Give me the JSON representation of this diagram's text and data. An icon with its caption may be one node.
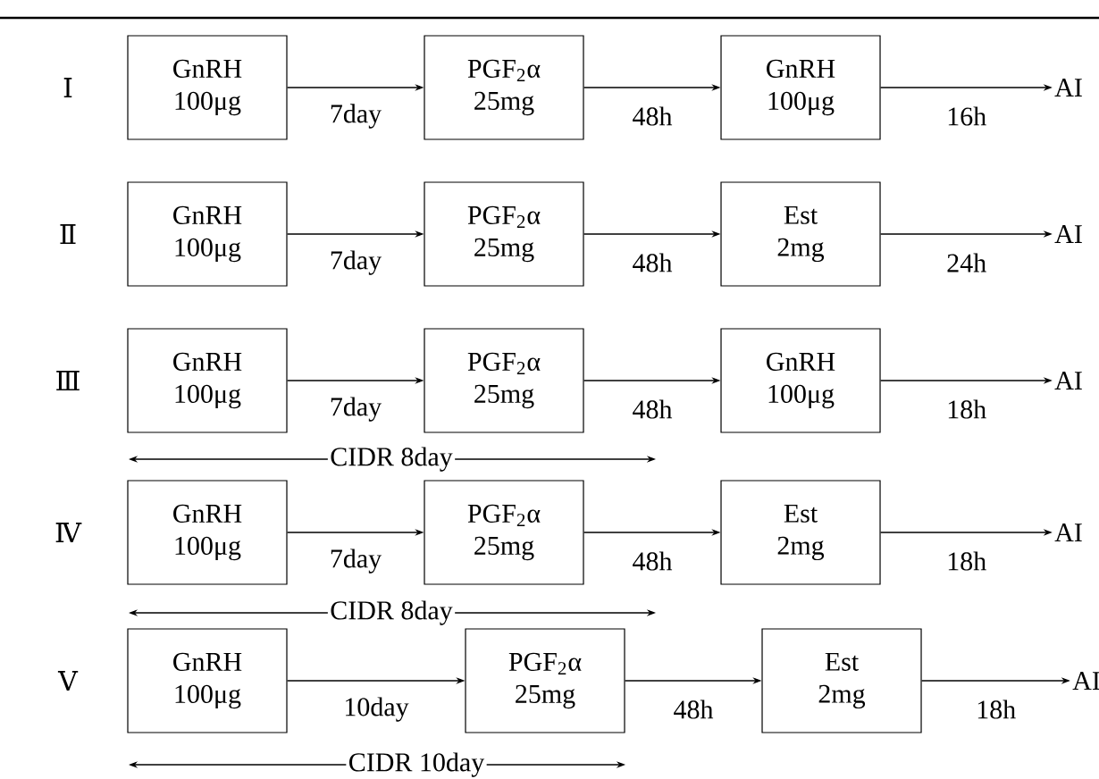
{
  "diagram": {
    "nodes": [
      {
        "text": [
          "GnRH",
          "100μg"
        ]
      },
      {
        "text": [
          "PGF$_{2}$α",
          "25mg"
        ]
      },
      {
        "text": [
          "GnRH",
          "100μg"
        ]
      },
      {
        "text": [
          "AI"
        ]
      },
      {
        "text": [
          "GnRH",
          "100μg"
        ]
      },
      {
        "text": [
          "PGF$_{2}$α",
          "25mg"
        ]
      },
      {
        "text": [
          "Est",
          "2mg"
        ]
      },
      {
        "text": [
          "AI"
        ]
      },
      {
        "text": [
          "GnRH",
          "100μg"
        ]
      },
      {
        "text": [
          "PGF$_{2}$α",
          "25mg"
        ]
      },
      {
        "text": [
          "GnRH",
          "100μg"
        ]
      },
      {
        "text": [
          "AI"
        ]
      },
      {
        "text": [
          "GnRH",
          "100μg"
        ]
      },
      {
        "text": [
          "PGF$_{2}$α",
          "25mg"
        ]
      },
      {
        "text": [
          "Est",
          "2mg"
        ]
      },
      {
        "text": [
          "AI"
        ]
      },
      {
        "text": [
          "GnRH",
          "100μg"
        ]
      },
      {
        "text": [
          "PGF$_{2}$α",
          "25mg"
        ]
      },
      {
        "text": [
          "Est",
          "2mg"
        ]
      },
      {
        "text": [
          "AI"
        ]
      }
    ],
    "edges": [
      {
        "from": 0,
        "to": 1,
        "arrow": "to",
        "label": "7day"
      },
      {
        "from": 1,
        "to": 2,
        "arrow": "to",
        "label": "48h"
      },
      {
        "from": 2,
        "to": 3,
        "arrow": "to",
        "label": "16h"
      },
      {
        "from": 4,
        "to": 5,
        "arrow": "to",
        "label": "7day"
      },
      {
        "from": 5,
        "to": 6,
        "arrow": "to",
        "label": "48h"
      },
      {
        "from": 6,
        "to": 7,
        "arrow": "to",
        "label": "24h"
      },
      {
        "from": 8,
        "to": 9,
        "arrow": "to",
        "label": "7day"
      },
      {
        "from": 9,
        "to": 10,
        "arrow": "to",
        "label": "48h"
      },
      {
        "from": 10,
        "to": 11,
        "arrow": "to",
        "label": "18h"
      },
      {
        "from": 12,
        "to": 13,
        "arrow": "to",
        "label": "7day"
      },
      {
        "from": 13,
        "to": 14,
        "arrow": "to",
        "label": "48h"
      },
      {
        "from": 14,
        "to": 15,
        "arrow": "to",
        "label": "18h"
      },
      {
        "from": 16,
        "to": 17,
        "arrow": "to",
        "label": "10day"
      },
      {
        "from": 17,
        "to": 18,
        "arrow": "to",
        "label": "48h"
      },
      {
        "from": 18,
        "to": 19,
        "arrow": "to",
        "label": "18h"
      }
    ],
    "labels": [
      "Ⅰ",
      "Ⅱ",
      "Ⅲ",
      "CIDR 8day",
      "Ⅳ",
      "CIDR 8day",
      "Ⅴ",
      "CIDR 10day"
    ]
  }
}
